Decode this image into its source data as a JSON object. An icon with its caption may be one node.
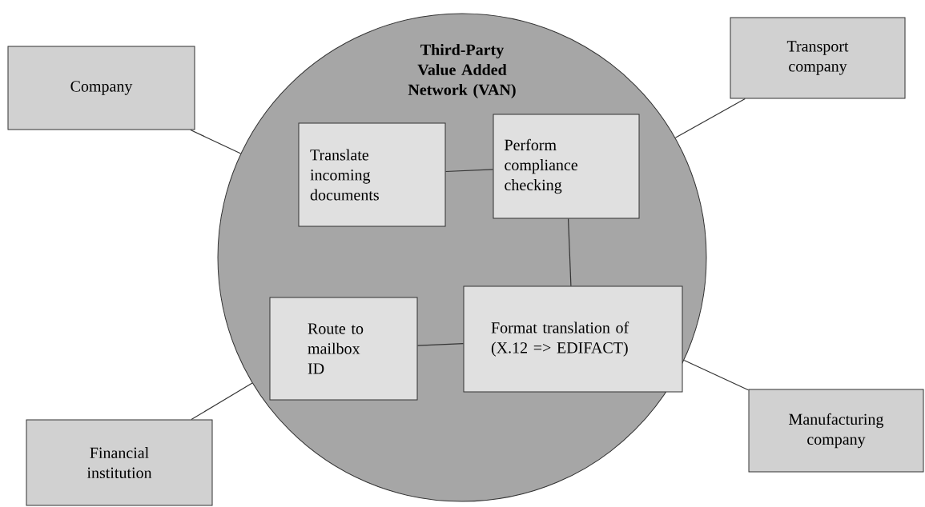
{
  "diagram": {
    "nodes": [
      {
        "text": [
          "Company"
        ]
      },
      {
        "text": [
          "Third-Party Value Added Network (VAN)"
        ]
      },
      {
        "text": [
          "Transport company"
        ]
      },
      {
        "text": [
          "Translate incoming documents"
        ],
        "in": 1
      },
      {
        "text": [
          "Perform compliance checking"
        ],
        "in": 1
      },
      {
        "text": [
          "Route to mailbox ID"
        ],
        "in": 1
      },
      {
        "text": [
          "Format translation of (X.12 => EDIFACT)"
        ],
        "in": 1
      },
      {
        "text": [
          "Financial institution"
        ]
      },
      {
        "text": [
          "Manufacturing company"
        ]
      }
    ],
    "edges": [
      {
        "from": 0,
        "to": 1,
        "arrow": "none"
      },
      {
        "from": 2,
        "to": 1,
        "arrow": "none"
      },
      {
        "from": 3,
        "to": 4,
        "arrow": "none"
      },
      {
        "from": 4,
        "to": 6,
        "arrow": "none"
      },
      {
        "from": 5,
        "to": 6,
        "arrow": "none"
      },
      {
        "from": 7,
        "to": 1,
        "arrow": "none"
      },
      {
        "from": 8,
        "to": 1,
        "arrow": "none"
      }
    ]
  }
}
